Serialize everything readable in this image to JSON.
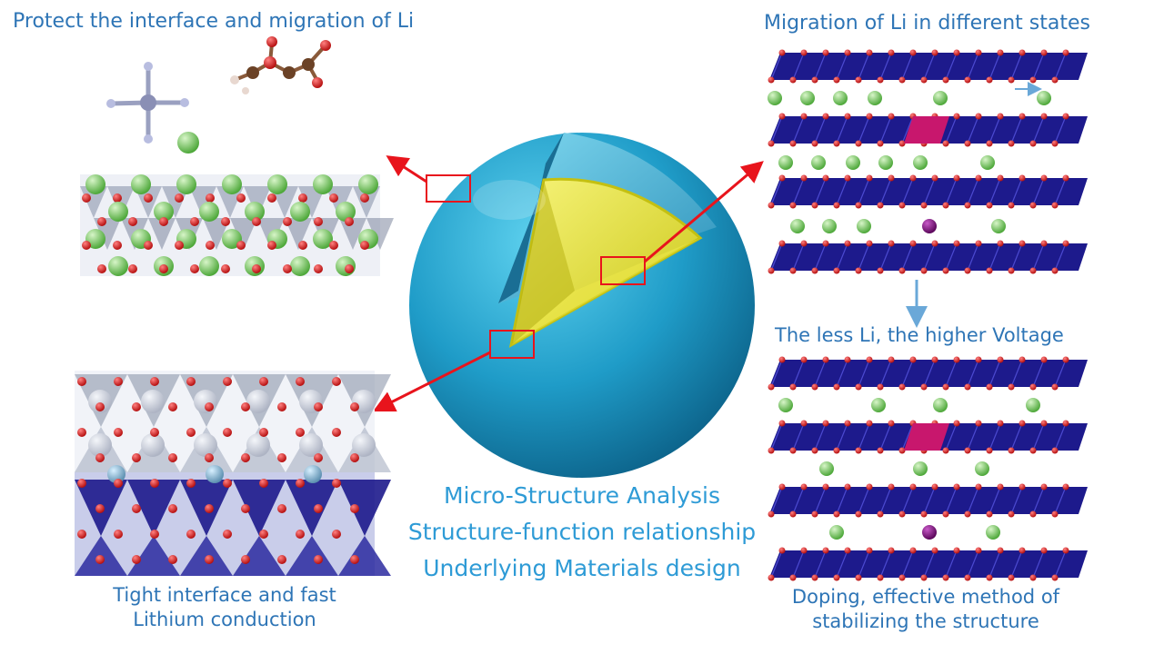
{
  "captions": {
    "top_left": "Protect the interface and migration of Li",
    "bottom_left_line1": "Tight interface and fast",
    "bottom_left_line2": "Lithium conduction",
    "top_right": "Migration of Li in different states",
    "middle_right": "The less Li, the higher Voltage",
    "bottom_right_line1": "Doping, effective method of",
    "bottom_right_line2": "stabilizing the structure"
  },
  "center": {
    "line1": "Micro-Structure Analysis",
    "line2": "Structure-function relationship",
    "line3": "Underlying Materials design"
  },
  "colors": {
    "caption": "#2e75b6",
    "center_caption": "#2e9bd6",
    "sphere": "#1f8fb8",
    "core": "#e6e21f",
    "arrow": "#e8141c",
    "layer": "#1d1a8c",
    "oxygen": "#d81b1b",
    "lithium": "#7ec86a",
    "dopant": "#7b0f7a",
    "defect": "#c8176d"
  }
}
